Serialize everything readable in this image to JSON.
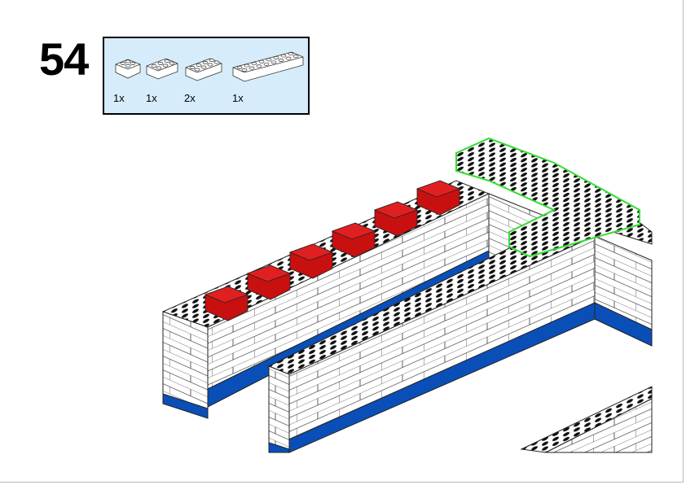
{
  "step": {
    "number": "54"
  },
  "parts": [
    {
      "name": "brick-2x2",
      "qty": "1x"
    },
    {
      "name": "brick-2x3",
      "qty": "1x"
    },
    {
      "name": "brick-2x4",
      "qty": "2x"
    },
    {
      "name": "brick-2x8",
      "qty": "1x"
    }
  ],
  "colors": {
    "panel": "#d6ecfb",
    "new_brick": "#d01010",
    "highlight": "#33dd33",
    "base": "#0a4fb8",
    "brick": "#ffffff"
  }
}
